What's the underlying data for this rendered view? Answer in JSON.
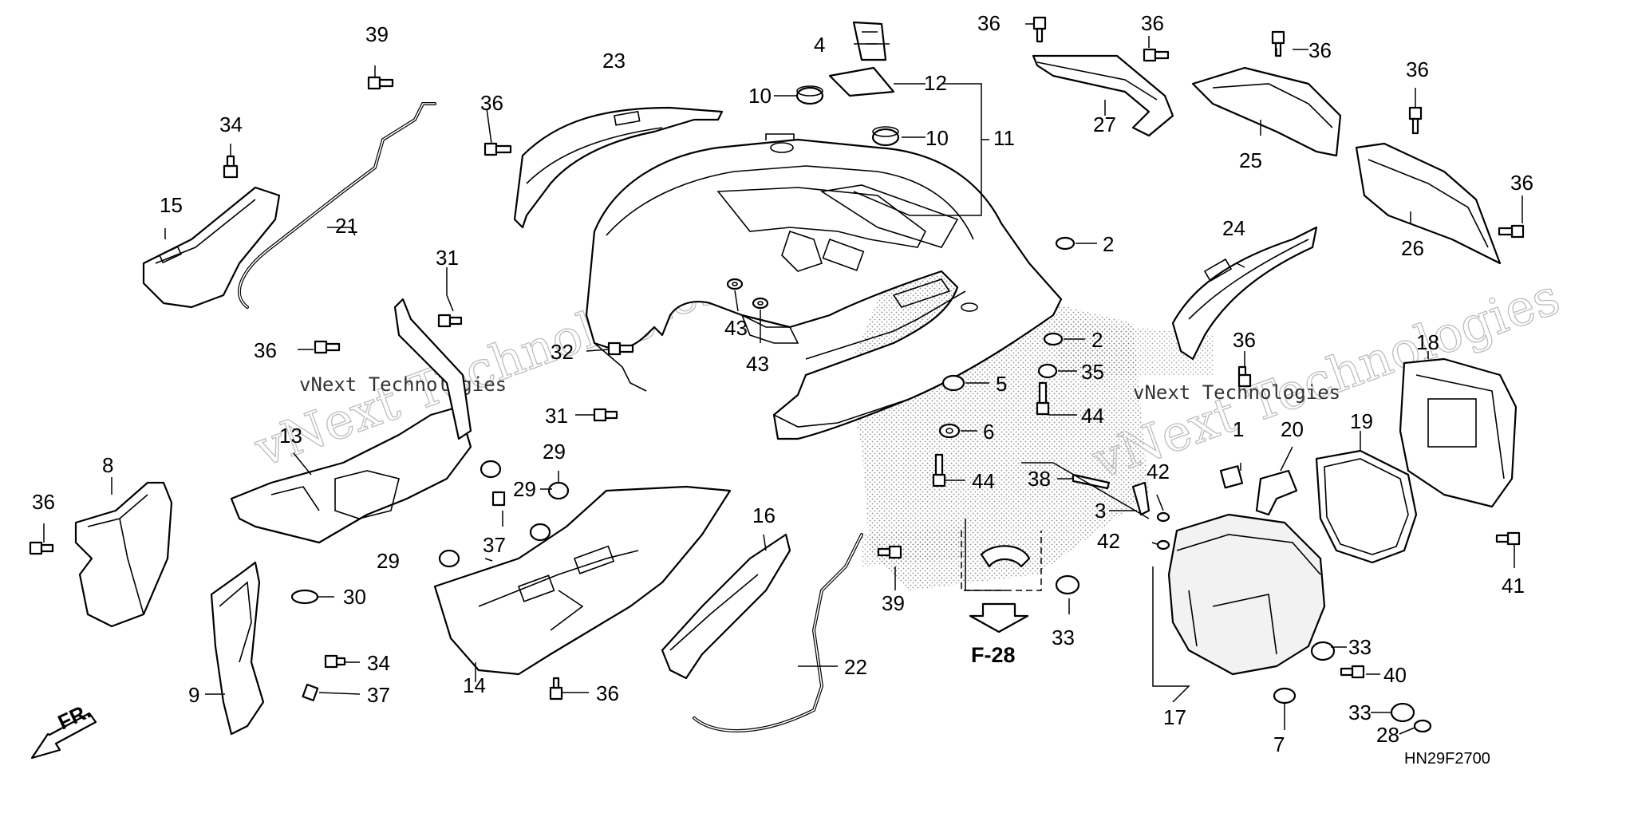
{
  "diagram_code": "HN29F2700",
  "reference_label": "F-28",
  "front_label": "FR.",
  "watermark": "vNext Technologies",
  "colors": {
    "line": "#000000",
    "background": "#ffffff",
    "watermark": "#bdbdbd"
  },
  "callouts": {
    "c39a": "39",
    "c34a": "34",
    "c15": "15",
    "c21": "21",
    "c36a": "36",
    "c23": "23",
    "c4": "4",
    "c12": "12",
    "c10a": "10",
    "c10b": "10",
    "c11": "11",
    "c36b": "36",
    "c27": "27",
    "c36c": "36",
    "c36d": "36",
    "c25": "25",
    "c36e": "36",
    "c36f": "36",
    "c26": "26",
    "c2a": "2",
    "c2b": "2",
    "c24": "24",
    "c36g": "36",
    "c35": "35",
    "c44a": "44",
    "c5": "5",
    "c6": "6",
    "c44b": "44",
    "c31a": "31",
    "c36h": "36",
    "c32": "32",
    "c43a": "43",
    "c43b": "43",
    "c31b": "31",
    "c13": "13",
    "c8": "8",
    "c36i": "36",
    "c29a": "29",
    "c29b": "29",
    "c29c": "29",
    "c37a": "37",
    "c30": "30",
    "c34b": "34",
    "c37b": "37",
    "c9": "9",
    "c14": "14",
    "c36j": "36",
    "c16": "16",
    "c22": "22",
    "c39b": "39",
    "c38": "38",
    "c42a": "42",
    "c3": "3",
    "c42b": "42",
    "c1": "1",
    "c20": "20",
    "c18": "18",
    "c19": "19",
    "c41": "41",
    "c33a": "33",
    "c33b": "33",
    "c33c": "33",
    "c40": "40",
    "c28": "28",
    "c7": "7",
    "c17": "17"
  }
}
